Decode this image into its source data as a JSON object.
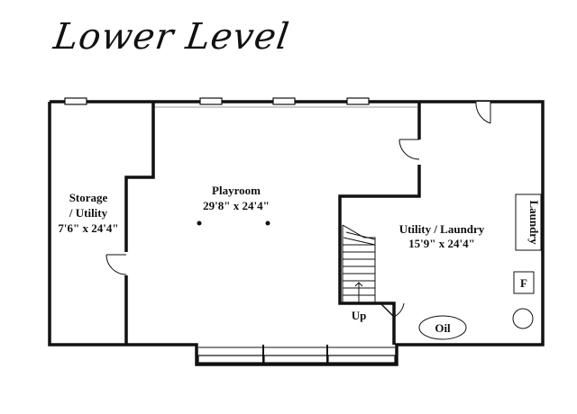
{
  "title": "Lower Level",
  "rooms": {
    "storage": {
      "name_line1": "Storage",
      "name_line2": "/ Utility",
      "dims": "7'6\" x 24'4\""
    },
    "playroom": {
      "name": "Playroom",
      "dims": "29'8\" x 24'4\""
    },
    "utility": {
      "name": "Utility / Laundry",
      "dims": "15'9\" x 24'4\""
    }
  },
  "fixtures": {
    "laundry": "Laundry",
    "furnace": "F",
    "oil": "Oil",
    "stairs": "Up"
  }
}
